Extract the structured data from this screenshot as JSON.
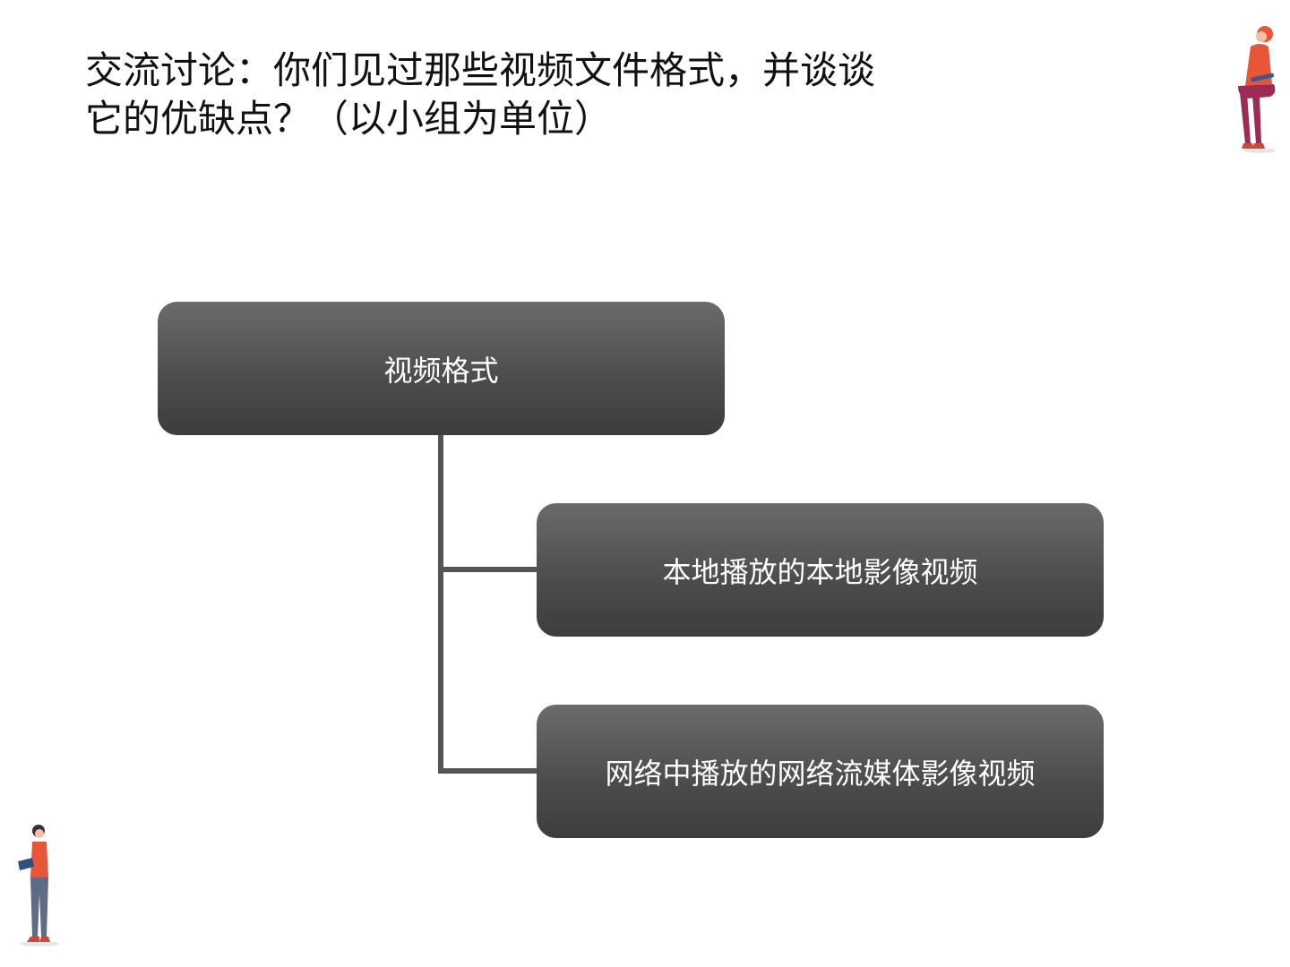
{
  "title": {
    "line1": "交流讨论：你们见过那些视频文件格式，并谈谈",
    "line2": "它的优缺点？（以小组为单位）"
  },
  "diagram": {
    "root": "视频格式",
    "children": [
      "本地播放的本地影像视频",
      "网络中播放的网络流媒体影像视频"
    ]
  },
  "colors": {
    "box_top": "#6b6b6b",
    "box_bottom": "#3d3d3d",
    "connector": "#555555",
    "accent_shirt": "#e8563a",
    "accent_pants": "#9b2c55"
  }
}
